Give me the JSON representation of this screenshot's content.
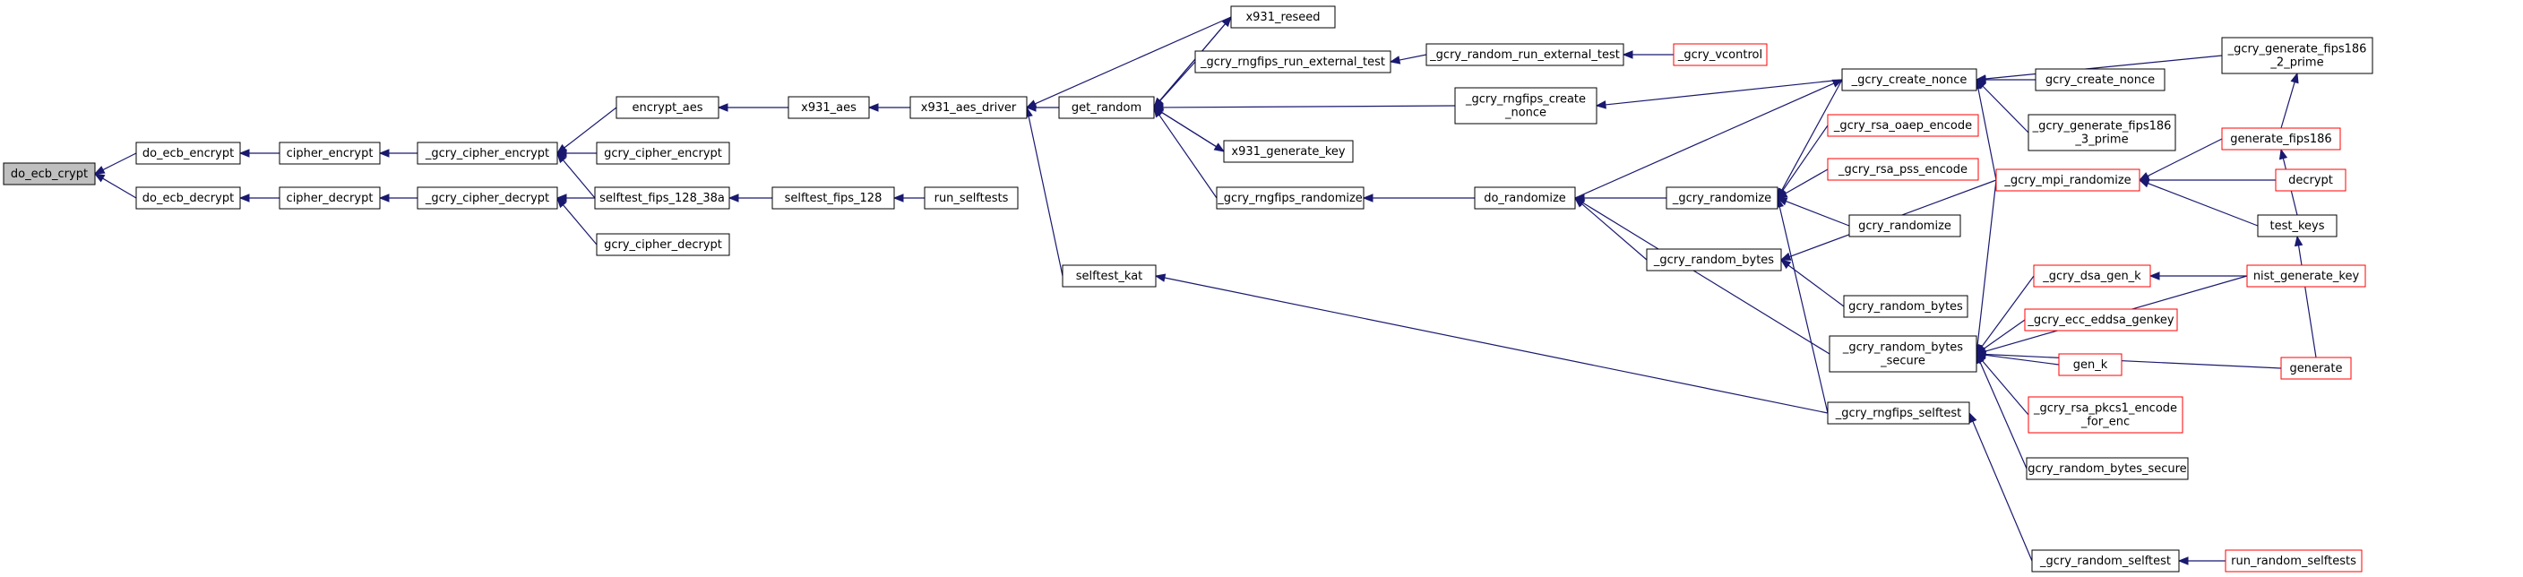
{
  "title": "",
  "colors": {
    "edge": "#191970",
    "node_border": "#000000",
    "external_border": "#ff0000",
    "root_fill": "#bfbfbf"
  },
  "nodes": [
    {
      "id": "do_ecb_crypt",
      "lines": [
        "do_ecb_crypt"
      ],
      "style": "root"
    },
    {
      "id": "do_ecb_encrypt",
      "lines": [
        "do_ecb_encrypt"
      ],
      "style": "black"
    },
    {
      "id": "do_ecb_decrypt",
      "lines": [
        "do_ecb_decrypt"
      ],
      "style": "black"
    },
    {
      "id": "cipher_encrypt",
      "lines": [
        "cipher_encrypt"
      ],
      "style": "black"
    },
    {
      "id": "cipher_decrypt",
      "lines": [
        "cipher_decrypt"
      ],
      "style": "black"
    },
    {
      "id": "_gcry_cipher_encrypt",
      "lines": [
        "_gcry_cipher_encrypt"
      ],
      "style": "black"
    },
    {
      "id": "_gcry_cipher_decrypt",
      "lines": [
        "_gcry_cipher_decrypt"
      ],
      "style": "black"
    },
    {
      "id": "encrypt_aes",
      "lines": [
        "encrypt_aes"
      ],
      "style": "black"
    },
    {
      "id": "gcry_cipher_encrypt",
      "lines": [
        "gcry_cipher_encrypt"
      ],
      "style": "black"
    },
    {
      "id": "selftest_fips_128_38a",
      "lines": [
        "selftest_fips_128_38a"
      ],
      "style": "black"
    },
    {
      "id": "gcry_cipher_decrypt",
      "lines": [
        "gcry_cipher_decrypt"
      ],
      "style": "black"
    },
    {
      "id": "x931_aes",
      "lines": [
        "x931_aes"
      ],
      "style": "black"
    },
    {
      "id": "selftest_fips_128",
      "lines": [
        "selftest_fips_128"
      ],
      "style": "black"
    },
    {
      "id": "run_selftests",
      "lines": [
        "run_selftests"
      ],
      "style": "black"
    },
    {
      "id": "x931_aes_driver",
      "lines": [
        "x931_aes_driver"
      ],
      "style": "black"
    },
    {
      "id": "selftest_kat",
      "lines": [
        "selftest_kat"
      ],
      "style": "black"
    },
    {
      "id": "get_random",
      "lines": [
        "get_random"
      ],
      "style": "black"
    },
    {
      "id": "x931_reseed",
      "lines": [
        "x931_reseed"
      ],
      "style": "black"
    },
    {
      "id": "_gcry_rngfips_run_external_test",
      "lines": [
        "_gcry_rngfips_run_external_test"
      ],
      "style": "black"
    },
    {
      "id": "x931_generate_key",
      "lines": [
        "x931_generate_key"
      ],
      "style": "black"
    },
    {
      "id": "_gcry_rngfips_randomize",
      "lines": [
        "_gcry_rngfips_randomize"
      ],
      "style": "black"
    },
    {
      "id": "_gcry_random_run_external_test",
      "lines": [
        "_gcry_random_run_external_test"
      ],
      "style": "black"
    },
    {
      "id": "_gcry_vcontrol",
      "lines": [
        "_gcry_vcontrol"
      ],
      "style": "red"
    },
    {
      "id": "_gcry_rngfips_create_nonce",
      "lines": [
        "_gcry_rngfips_create",
        "_nonce"
      ],
      "style": "black"
    },
    {
      "id": "do_randomize",
      "lines": [
        "do_randomize"
      ],
      "style": "black"
    },
    {
      "id": "_gcry_create_nonce",
      "lines": [
        "_gcry_create_nonce"
      ],
      "style": "black"
    },
    {
      "id": "_gcry_randomize",
      "lines": [
        "_gcry_randomize"
      ],
      "style": "black"
    },
    {
      "id": "_gcry_random_bytes",
      "lines": [
        "_gcry_random_bytes"
      ],
      "style": "black"
    },
    {
      "id": "_gcry_random_bytes_secure",
      "lines": [
        "_gcry_random_bytes",
        "_secure"
      ],
      "style": "black"
    },
    {
      "id": "_gcry_rngfips_selftest",
      "lines": [
        "_gcry_rngfips_selftest"
      ],
      "style": "black"
    },
    {
      "id": "gcry_create_nonce",
      "lines": [
        "gcry_create_nonce"
      ],
      "style": "black"
    },
    {
      "id": "_gcry_generate_fips186_3_prime",
      "lines": [
        "_gcry_generate_fips186",
        "_3_prime"
      ],
      "style": "black"
    },
    {
      "id": "_gcry_rsa_oaep_encode",
      "lines": [
        "_gcry_rsa_oaep_encode"
      ],
      "style": "red"
    },
    {
      "id": "_gcry_rsa_pss_encode",
      "lines": [
        "_gcry_rsa_pss_encode"
      ],
      "style": "red"
    },
    {
      "id": "gcry_randomize",
      "lines": [
        "gcry_randomize"
      ],
      "style": "black"
    },
    {
      "id": "gcry_random_bytes",
      "lines": [
        "gcry_random_bytes"
      ],
      "style": "black"
    },
    {
      "id": "_gcry_mpi_randomize",
      "lines": [
        "_gcry_mpi_randomize"
      ],
      "style": "red"
    },
    {
      "id": "_gcry_dsa_gen_k",
      "lines": [
        "_gcry_dsa_gen_k"
      ],
      "style": "red"
    },
    {
      "id": "_gcry_ecc_eddsa_genkey",
      "lines": [
        "_gcry_ecc_eddsa_genkey"
      ],
      "style": "red"
    },
    {
      "id": "gen_k",
      "lines": [
        "gen_k"
      ],
      "style": "red"
    },
    {
      "id": "_gcry_rsa_pkcs1_encode_for_enc",
      "lines": [
        "_gcry_rsa_pkcs1_encode",
        "_for_enc"
      ],
      "style": "red"
    },
    {
      "id": "gcry_random_bytes_secure",
      "lines": [
        "gcry_random_bytes_secure"
      ],
      "style": "black"
    },
    {
      "id": "_gcry_random_selftest",
      "lines": [
        "_gcry_random_selftest"
      ],
      "style": "black"
    },
    {
      "id": "_gcry_generate_fips186_2_prime",
      "lines": [
        "_gcry_generate_fips186",
        "_2_prime"
      ],
      "style": "black"
    },
    {
      "id": "generate_fips186",
      "lines": [
        "generate_fips186"
      ],
      "style": "red"
    },
    {
      "id": "decrypt",
      "lines": [
        "decrypt"
      ],
      "style": "red"
    },
    {
      "id": "test_keys",
      "lines": [
        "test_keys"
      ],
      "style": "black"
    },
    {
      "id": "nist_generate_key",
      "lines": [
        "nist_generate_key"
      ],
      "style": "red"
    },
    {
      "id": "generate",
      "lines": [
        "generate"
      ],
      "style": "red"
    },
    {
      "id": "run_random_selftests",
      "lines": [
        "run_random_selftests"
      ],
      "style": "red"
    }
  ],
  "edges": [
    {
      "from": "do_ecb_encrypt",
      "to": "do_ecb_crypt"
    },
    {
      "from": "do_ecb_decrypt",
      "to": "do_ecb_crypt"
    },
    {
      "from": "cipher_encrypt",
      "to": "do_ecb_encrypt"
    },
    {
      "from": "cipher_decrypt",
      "to": "do_ecb_decrypt"
    },
    {
      "from": "_gcry_cipher_encrypt",
      "to": "cipher_encrypt"
    },
    {
      "from": "_gcry_cipher_decrypt",
      "to": "cipher_decrypt"
    },
    {
      "from": "encrypt_aes",
      "to": "_gcry_cipher_encrypt"
    },
    {
      "from": "gcry_cipher_encrypt",
      "to": "_gcry_cipher_encrypt"
    },
    {
      "from": "selftest_fips_128_38a",
      "to": "_gcry_cipher_encrypt"
    },
    {
      "from": "selftest_fips_128_38a",
      "to": "_gcry_cipher_decrypt"
    },
    {
      "from": "gcry_cipher_decrypt",
      "to": "_gcry_cipher_decrypt"
    },
    {
      "from": "x931_aes",
      "to": "encrypt_aes"
    },
    {
      "from": "selftest_fips_128",
      "to": "selftest_fips_128_38a"
    },
    {
      "from": "run_selftests",
      "to": "selftest_fips_128"
    },
    {
      "from": "x931_aes_driver",
      "to": "x931_aes"
    },
    {
      "from": "x931_reseed",
      "to": "x931_aes_driver"
    },
    {
      "from": "get_random",
      "to": "x931_aes_driver"
    },
    {
      "from": "selftest_kat",
      "to": "x931_aes_driver"
    },
    {
      "from": "x931_reseed",
      "to": "get_random"
    },
    {
      "from": "_gcry_rngfips_run_external_test",
      "to": "get_random"
    },
    {
      "from": "x931_generate_key",
      "to": "get_random"
    },
    {
      "from": "_gcry_rngfips_randomize",
      "to": "get_random"
    },
    {
      "from": "_gcry_rngfips_create_nonce",
      "to": "get_random"
    },
    {
      "from": "get_random",
      "to": "x931_reseed"
    },
    {
      "from": "get_random",
      "to": "x931_generate_key"
    },
    {
      "from": "_gcry_random_run_external_test",
      "to": "_gcry_rngfips_run_external_test"
    },
    {
      "from": "_gcry_vcontrol",
      "to": "_gcry_random_run_external_test"
    },
    {
      "from": "_gcry_create_nonce",
      "to": "_gcry_rngfips_create_nonce"
    },
    {
      "from": "do_randomize",
      "to": "_gcry_rngfips_randomize"
    },
    {
      "from": "_gcry_rngfips_selftest",
      "to": "selftest_kat"
    },
    {
      "from": "_gcry_randomize",
      "to": "do_randomize"
    },
    {
      "from": "_gcry_random_bytes",
      "to": "do_randomize"
    },
    {
      "from": "_gcry_random_bytes_secure",
      "to": "do_randomize"
    },
    {
      "from": "do_randomize",
      "to": "_gcry_create_nonce"
    },
    {
      "from": "gcry_create_nonce",
      "to": "_gcry_create_nonce"
    },
    {
      "from": "_gcry_generate_fips186_3_prime",
      "to": "_gcry_create_nonce"
    },
    {
      "from": "_gcry_mpi_randomize",
      "to": "_gcry_create_nonce"
    },
    {
      "from": "_gcry_generate_fips186_2_prime",
      "to": "_gcry_create_nonce"
    },
    {
      "from": "_gcry_create_nonce",
      "to": "_gcry_randomize"
    },
    {
      "from": "_gcry_rsa_oaep_encode",
      "to": "_gcry_randomize"
    },
    {
      "from": "_gcry_rsa_pss_encode",
      "to": "_gcry_randomize"
    },
    {
      "from": "gcry_randomize",
      "to": "_gcry_randomize"
    },
    {
      "from": "_gcry_rngfips_selftest",
      "to": "_gcry_randomize"
    },
    {
      "from": "gcry_random_bytes",
      "to": "_gcry_random_bytes"
    },
    {
      "from": "_gcry_mpi_randomize",
      "to": "_gcry_random_bytes"
    },
    {
      "from": "_gcry_mpi_randomize",
      "to": "_gcry_random_bytes_secure"
    },
    {
      "from": "_gcry_dsa_gen_k",
      "to": "_gcry_random_bytes_secure"
    },
    {
      "from": "_gcry_ecc_eddsa_genkey",
      "to": "_gcry_random_bytes_secure"
    },
    {
      "from": "gen_k",
      "to": "_gcry_random_bytes_secure"
    },
    {
      "from": "_gcry_rsa_pkcs1_encode_for_enc",
      "to": "_gcry_random_bytes_secure"
    },
    {
      "from": "gcry_random_bytes_secure",
      "to": "_gcry_random_bytes_secure"
    },
    {
      "from": "nist_generate_key",
      "to": "_gcry_random_bytes_secure"
    },
    {
      "from": "generate",
      "to": "_gcry_random_bytes_secure"
    },
    {
      "from": "_gcry_random_selftest",
      "to": "_gcry_rngfips_selftest"
    },
    {
      "from": "run_random_selftests",
      "to": "_gcry_random_selftest"
    },
    {
      "from": "generate_fips186",
      "to": "_gcry_generate_fips186_2_prime"
    },
    {
      "from": "decrypt",
      "to": "_gcry_mpi_randomize"
    },
    {
      "from": "test_keys",
      "to": "_gcry_mpi_randomize"
    },
    {
      "from": "generate_fips186",
      "to": "_gcry_mpi_randomize"
    },
    {
      "from": "nist_generate_key",
      "to": "_gcry_dsa_gen_k"
    },
    {
      "from": "test_keys",
      "to": "generate_fips186"
    },
    {
      "from": "generate",
      "to": "test_keys"
    }
  ]
}
